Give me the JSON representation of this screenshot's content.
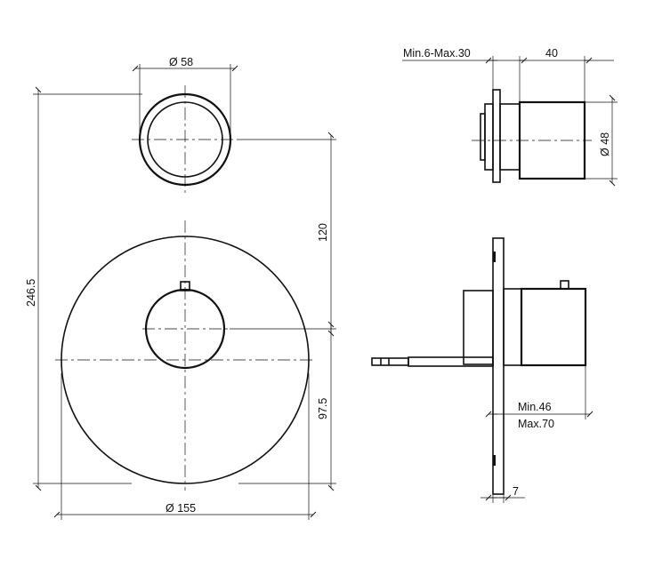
{
  "dimensions": {
    "handle_diameter": "Ø 58",
    "plate_diameter": "Ø 155",
    "total_height": "246.5",
    "center_distance": "120",
    "lower_height": "97.5",
    "wall_range": "Min.6-Max.30",
    "knob_depth": "40",
    "knob_diameter": "Ø 48",
    "depth_min": "Min.46",
    "depth_max": "Max.70",
    "plate_thickness": "7"
  }
}
